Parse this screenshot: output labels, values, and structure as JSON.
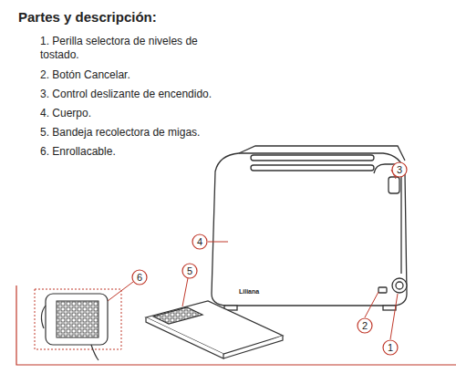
{
  "diagram": {
    "title": "Partes y descripción:",
    "nodes": [
      {
        "text": [
          "3"
        ]
      },
      {
        "text": [
          "4"
        ]
      },
      {
        "text": [
          "6"
        ]
      },
      {
        "text": [
          "5"
        ]
      },
      {
        "text": [
          "2"
        ]
      },
      {
        "text": [
          "1"
        ]
      }
    ],
    "labels": [
      "1. Perilla selectora de niveles de tostado.",
      "2. Botón Cancelar.",
      "3. Control deslizante de encendido.",
      "4. Cuerpo.",
      "5. Bandeja recolectora de migas.",
      "6. Enrollacable.",
      "Liliana"
    ]
  }
}
